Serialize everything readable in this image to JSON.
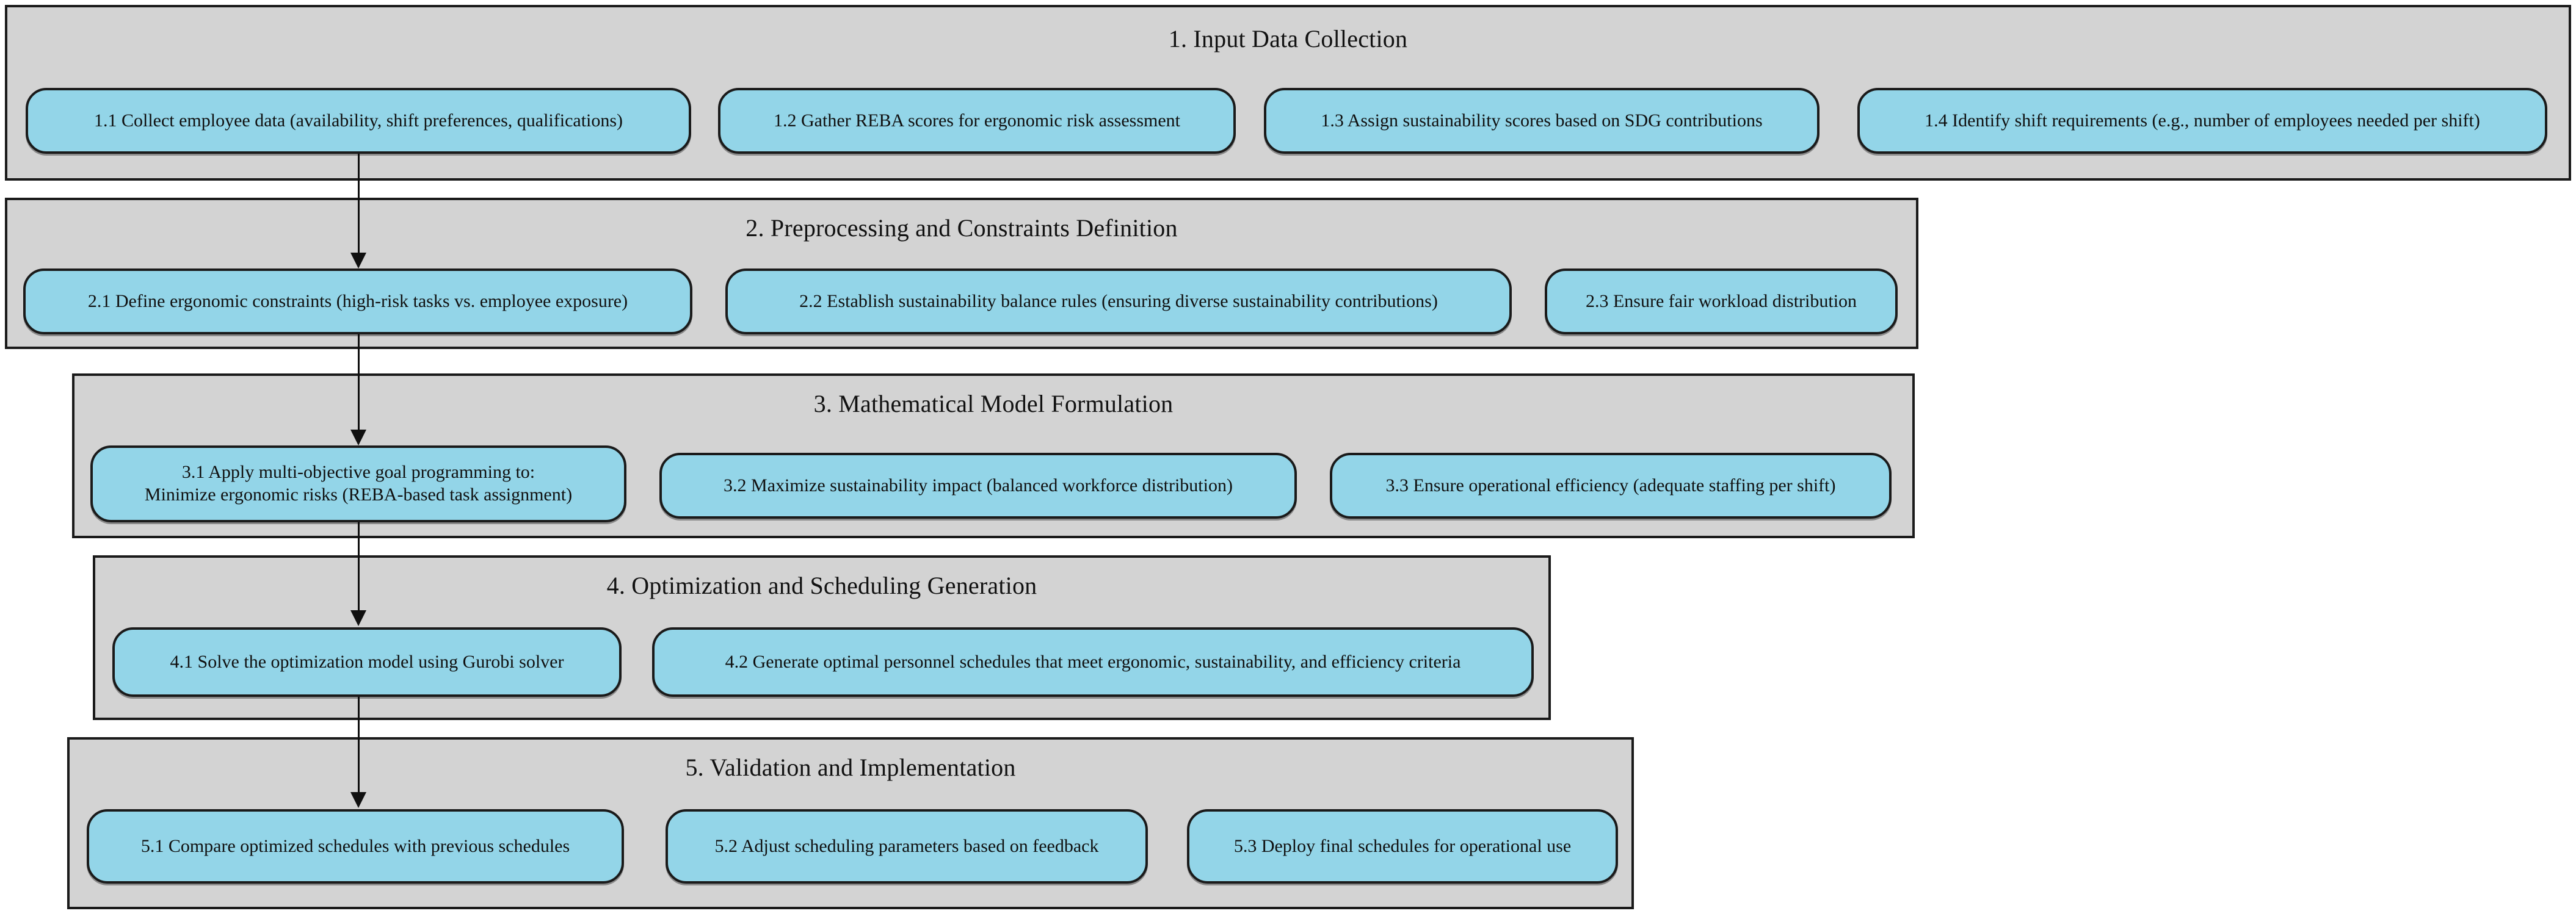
{
  "diagram": {
    "title": "Methodology flowchart for ergonomic and sustainable personnel scheduling",
    "type": "flowchart",
    "node_fill_color": "#93d5e8",
    "cluster_fill_color": "#d3d3d3",
    "border_color": "#1a1a1a",
    "text_color": "#101010",
    "clusters": [
      {
        "id": "cluster-1",
        "title": "1. Input Data Collection",
        "nodes": [
          {
            "id": "1.1",
            "label": "1.1 Collect employee data (availability, shift preferences, qualifications)"
          },
          {
            "id": "1.2",
            "label": "1.2 Gather REBA scores for ergonomic risk assessment"
          },
          {
            "id": "1.3",
            "label": "1.3 Assign sustainability scores based on SDG contributions"
          },
          {
            "id": "1.4",
            "label": "1.4 Identify shift requirements (e.g., number of employees needed per shift)"
          }
        ]
      },
      {
        "id": "cluster-2",
        "title": "2. Preprocessing and Constraints Definition",
        "nodes": [
          {
            "id": "2.1",
            "label": "2.1 Define ergonomic constraints (high-risk tasks vs. employee exposure)"
          },
          {
            "id": "2.2",
            "label": "2.2 Establish sustainability balance rules (ensuring diverse sustainability contributions)"
          },
          {
            "id": "2.3",
            "label": "2.3 Ensure fair workload distribution"
          }
        ]
      },
      {
        "id": "cluster-3",
        "title": "3. Mathematical Model Formulation",
        "nodes": [
          {
            "id": "3.1",
            "label": "3.1 Apply multi-objective goal programming to:",
            "label_line2": "Minimize ergonomic risks (REBA-based task assignment)"
          },
          {
            "id": "3.2",
            "label": "3.2 Maximize sustainability impact (balanced workforce distribution)"
          },
          {
            "id": "3.3",
            "label": "3.3 Ensure operational efficiency (adequate staffing per shift)"
          }
        ]
      },
      {
        "id": "cluster-4",
        "title": "4. Optimization and Scheduling Generation",
        "nodes": [
          {
            "id": "4.1",
            "label": "4.1 Solve the optimization model using Gurobi solver"
          },
          {
            "id": "4.2",
            "label": "4.2 Generate optimal personnel schedules that meet ergonomic, sustainability, and efficiency criteria"
          }
        ]
      },
      {
        "id": "cluster-5",
        "title": "5. Validation and Implementation",
        "nodes": [
          {
            "id": "5.1",
            "label": "5.1 Compare optimized schedules with previous schedules"
          },
          {
            "id": "5.2",
            "label": "5.2 Adjust scheduling parameters based on feedback"
          },
          {
            "id": "5.3",
            "label": "5.3 Deploy final schedules for operational use"
          }
        ]
      }
    ],
    "edges": [
      {
        "from": "1.1",
        "to": "2.1"
      },
      {
        "from": "2.1",
        "to": "3.1"
      },
      {
        "from": "3.1",
        "to": "4.1"
      },
      {
        "from": "4.1",
        "to": "5.1"
      }
    ]
  }
}
